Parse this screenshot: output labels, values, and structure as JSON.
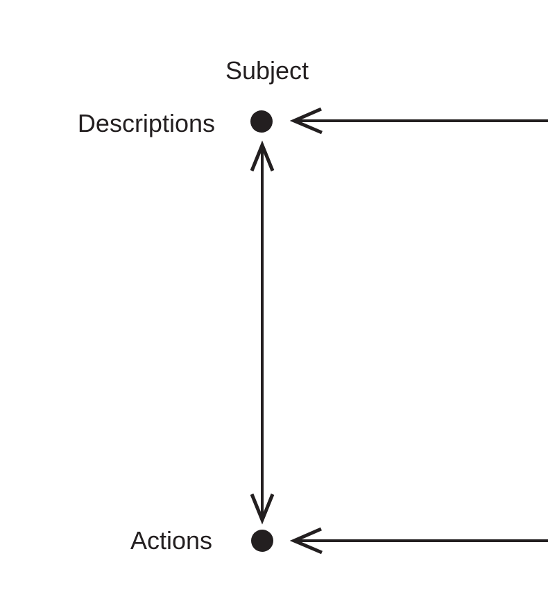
{
  "diagram": {
    "subject_label": "Subject",
    "nodes": [
      {
        "id": "descriptions",
        "label": "Descriptions"
      },
      {
        "id": "actions",
        "label": "Actions"
      }
    ],
    "edges": [
      {
        "from": "offscreen-right",
        "to": "descriptions",
        "style": "single-headed-arrow",
        "direction": "left"
      },
      {
        "from": "offscreen-right",
        "to": "actions",
        "style": "single-headed-arrow",
        "direction": "left"
      },
      {
        "from": "descriptions",
        "to": "actions",
        "style": "double-headed-arrow",
        "direction": "vertical"
      }
    ],
    "colors": {
      "ink": "#231f20",
      "background": "#ffffff"
    }
  }
}
